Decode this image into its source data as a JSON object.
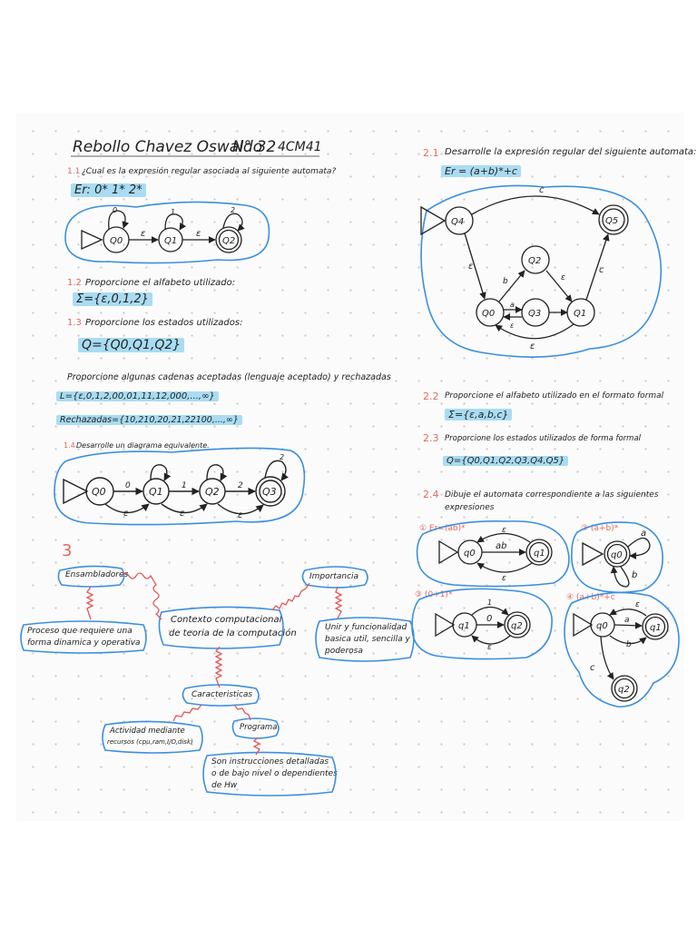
{
  "header": {
    "name": "Rebollo Chavez Oswaldo",
    "list_number": "N° 32",
    "group": "4CM41"
  },
  "section1": {
    "q1_num": "1.1",
    "q1_text": "¿Cual es la expresión regular asociada al siguiente automata?",
    "q1_answer": "Er: 0* 1* 2*",
    "q2_num": "1.2",
    "q2_text": "Proporcione el alfabeto utilizado:",
    "q2_answer": "Σ={ε,0,1,2}",
    "q3_num": "1.3",
    "q3_text": "Proporcione los estados utilizados:",
    "q3_answer": "Q={Q0,Q1,Q2}",
    "lang_text": "Proporcione algunas cadenas aceptadas (lenguaje aceptado) y rechazadas",
    "accepted": "L={ε,0,1,2,00,01,11,12,000,...,∞}",
    "rejected": "Rechazadas={10,210,20,21,22100,...,∞}",
    "q4_num": "1.4",
    "q4_text": "Desarrolle un diagrama equivalente."
  },
  "section2": {
    "q1_num": "2.1",
    "q1_text": "Desarrolle la expresión regular del siguiente automata:",
    "q1_answer": "Er = (a+b)*+c",
    "q2_num": "2.2",
    "q2_text": "Proporcione el alfabeto utilizado en el formato formal",
    "q2_answer": "Σ={ε,a,b,c}",
    "q3_num": "2.3",
    "q3_text": "Proporcione los estados utilizados de forma formal",
    "q3_answer": "Q={Q0,Q1,Q2,Q3,Q4,Q5}",
    "q4_num": "2.4",
    "q4_text_1": "Dibuje el automata correspondiente a las siguientes",
    "q4_text_2": "expresiones",
    "exp1": "① Er=(ab)*",
    "exp2": "② (a+b)*",
    "exp3": "③ (0+1)*",
    "exp4": "④ (a+b)*+c"
  },
  "section3": {
    "number": "3",
    "center": "Contexto computacional de teoria de la computación",
    "center_line1": "Contexto computacional",
    "center_line2": "de teoria de la computación",
    "ensambladores": "Ensambladores",
    "ensambladores_desc_1": "Proceso que requiere una",
    "ensambladores_desc_2": "forma dinamica y operativa",
    "importancia": "Importancia",
    "importancia_desc_1": "Unir y funcionalidad",
    "importancia_desc_2": "basica util, sencilla y",
    "importancia_desc_3": "poderosa",
    "caracteristicas": "Caracteristicas",
    "actividad_1": "Actividad mediante",
    "actividad_2": "recursos (cpu,ram,I/O,disk)",
    "programa": "Programa",
    "programa_desc_1": "Son instrucciones detalladas",
    "programa_desc_2": "o de bajo nivel o dependientes",
    "programa_desc_3": "de Hw"
  },
  "states": {
    "q0": "Q0",
    "q1": "Q1",
    "q2": "Q2",
    "q3": "Q3",
    "q4": "Q4",
    "q5": "Q5",
    "lq0": "q0",
    "lq1": "q1",
    "lq2": "q2"
  },
  "symbols": {
    "zero": "0",
    "one": "1",
    "two": "2",
    "eps": "ε",
    "a": "a",
    "b": "b",
    "c": "c",
    "ab": "ab"
  },
  "colors": {
    "highlight": "#a9dcf3",
    "cloud": "#3b8fe0",
    "red_text": "#e06a5e",
    "squiggle": "#e05858",
    "ink": "#222222"
  }
}
